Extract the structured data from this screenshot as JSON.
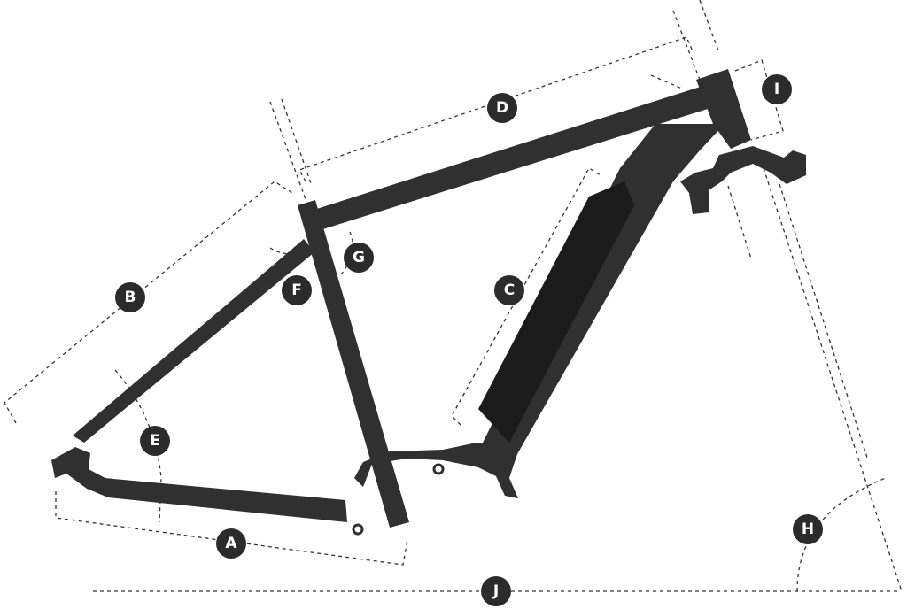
{
  "colors": {
    "frame": "#2f302f",
    "battery": "#1b1b1b",
    "badge": "#2b2b2b",
    "badge_text": "#ffffff",
    "dimension_lines": "#333333"
  },
  "labels": {
    "A": "A",
    "B": "B",
    "C": "C",
    "D": "D",
    "E": "E",
    "F": "F",
    "G": "G",
    "H": "H",
    "I": "I",
    "J": "J"
  }
}
